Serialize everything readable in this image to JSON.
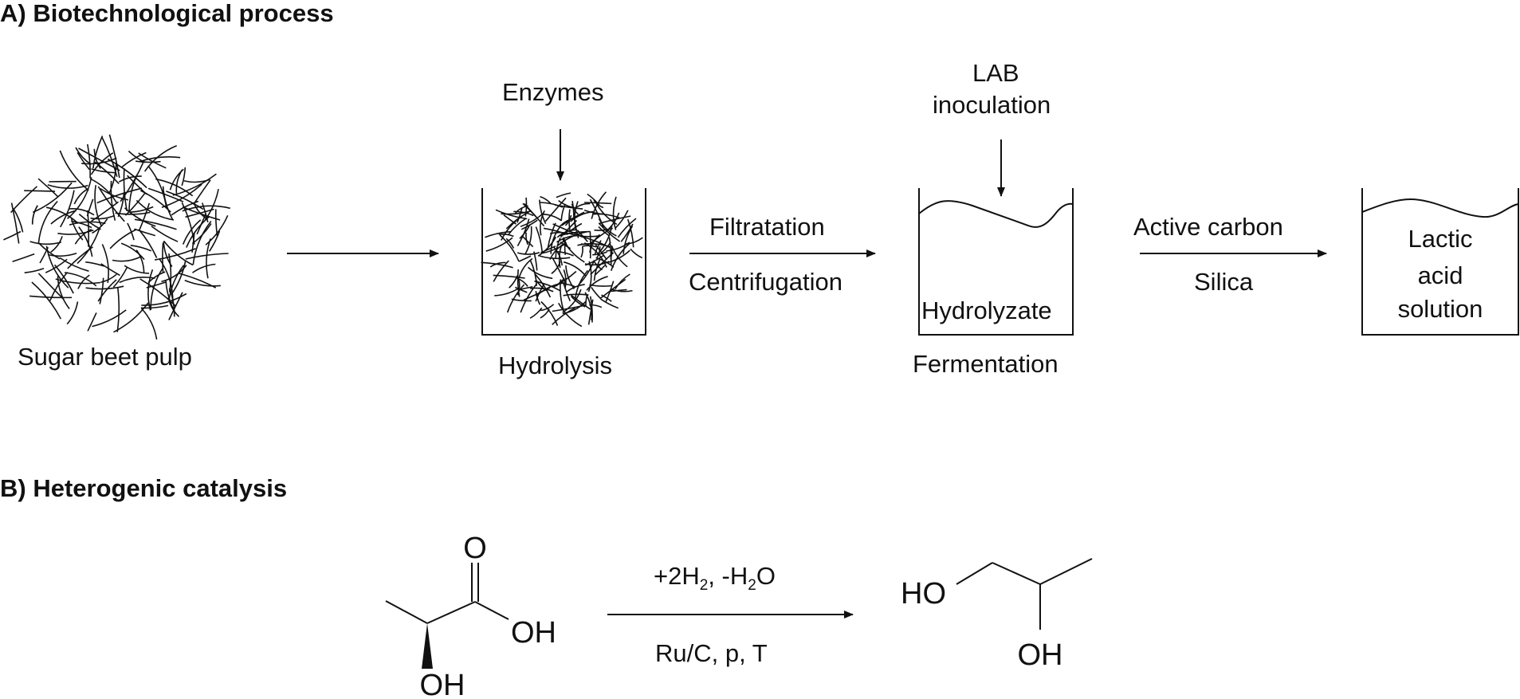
{
  "section_a": {
    "title": "A) Biotechnological process",
    "stages": {
      "pulp": "Sugar beet pulp",
      "hydrolysis": "Hydrolysis",
      "enzymes": "Enzymes",
      "fermentation": "Fermentation",
      "lab_line1": "LAB",
      "lab_line2": "inoculation",
      "hydrolyzate": "Hydrolyzate",
      "product_line1": "Lactic",
      "product_line2": "acid",
      "product_line3": "solution"
    },
    "steps": {
      "filtration": "Filtratation",
      "centrifugation": "Centrifugation",
      "active_carbon": "Active carbon",
      "silica": "Silica"
    }
  },
  "section_b": {
    "title": "B) Heterogenic catalysis",
    "reagents_prefix": "+2H",
    "reagents_sub1": "2",
    "reagents_mid": ", -H",
    "reagents_sub2": "2",
    "reagents_suffix": "O",
    "conditions": "Ru/C, p, T",
    "lactic_acid_atoms": {
      "carbonyl_o": "O",
      "acid_oh": "OH",
      "alpha_oh": "OH"
    },
    "propanediol_atoms": {
      "primary_ho": "HO",
      "secondary_oh": "OH"
    }
  }
}
